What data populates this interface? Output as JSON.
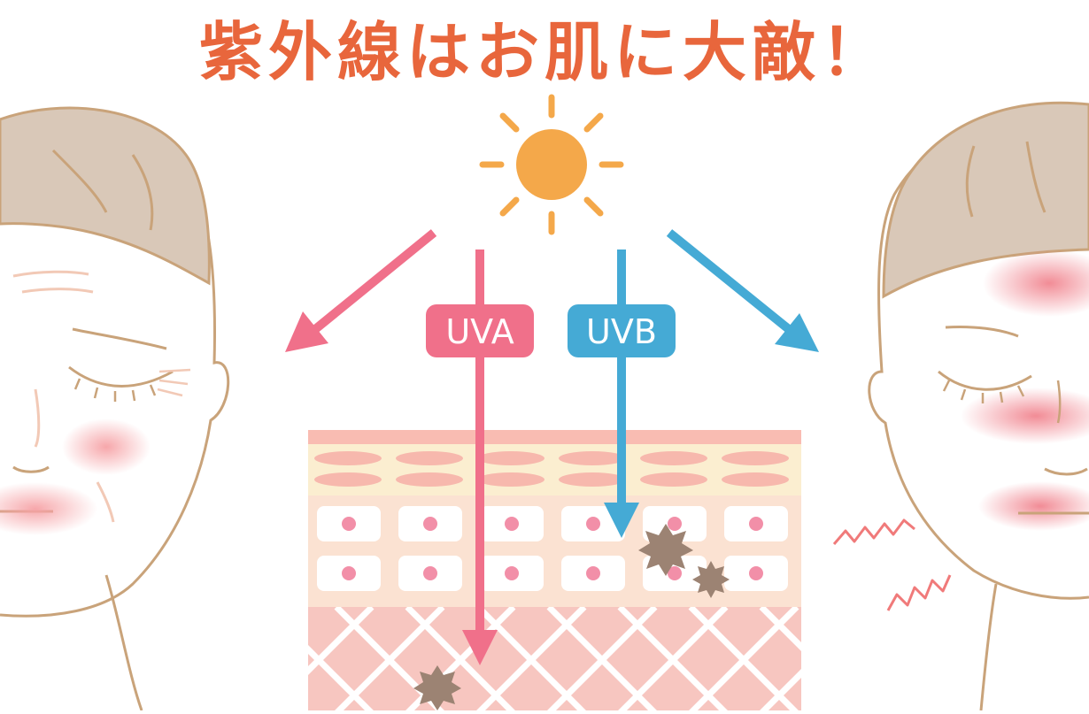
{
  "title": "紫外線はお肌に大敵！",
  "labels": {
    "uva": "UVA",
    "uvb": "UVB"
  },
  "icons": [
    "sun-icon",
    "aging-face-left",
    "sensitive-face-right",
    "skin-layer-cross-section",
    "melanin-spot-icon",
    "irritation-squiggle-icon"
  ],
  "colors": {
    "title": "#e8663c",
    "sun": "#f4a84a",
    "uva": "#f0708a",
    "uvb": "#45aad5",
    "hair": "#d9c8b8",
    "outline": "#c9a37a",
    "epidermis_top": "#f5d4c8",
    "cell_layer": "#fbe5d6",
    "dermis": "#f7c6c0",
    "spot": "#9c8373",
    "squiggle": "#f07a7a"
  }
}
